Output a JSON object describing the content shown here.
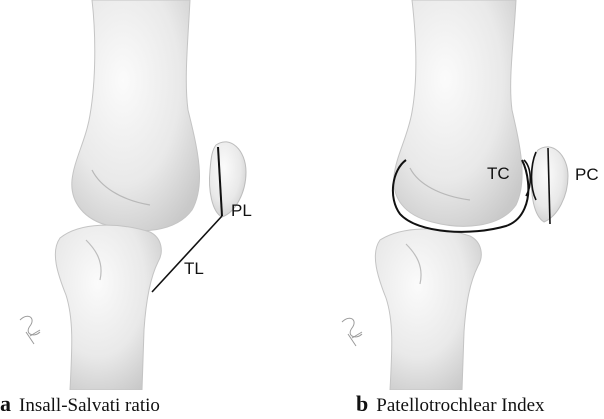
{
  "panels": [
    {
      "letter": "a",
      "caption": "Insall-Salvati ratio",
      "labels": {
        "patella_length": "PL",
        "tendon_length": "TL"
      }
    },
    {
      "letter": "b",
      "caption": "Patellotrochlear Index",
      "labels": {
        "trochlear_cartilage": "TC",
        "patellar_cartilage": "PC"
      }
    }
  ]
}
